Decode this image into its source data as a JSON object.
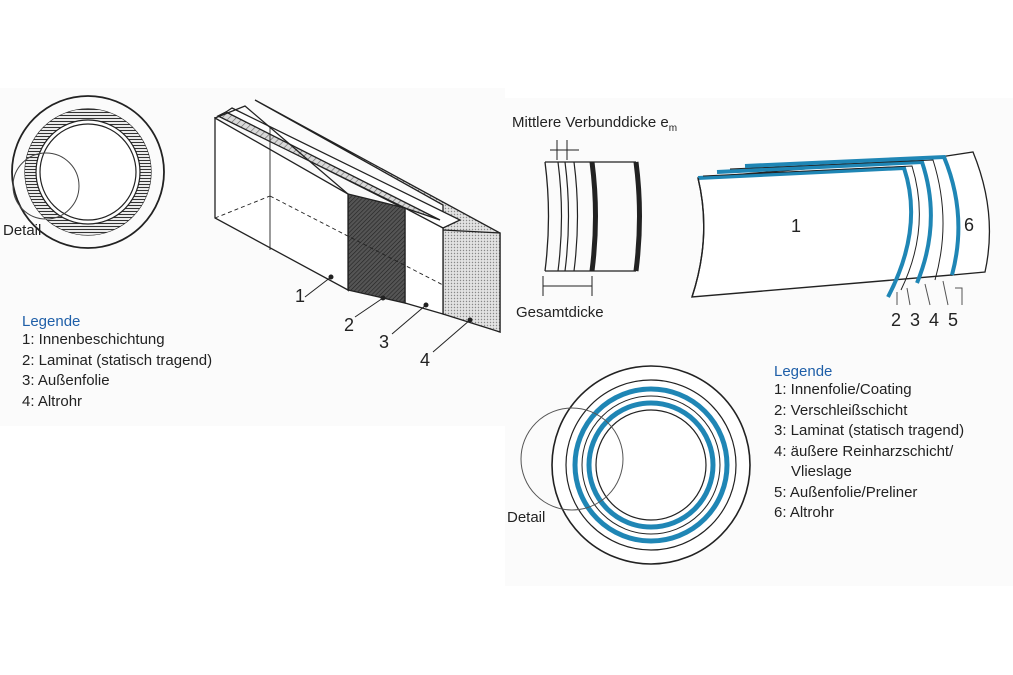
{
  "left": {
    "detail_label": "Detail",
    "callouts": [
      "1",
      "2",
      "3",
      "4"
    ],
    "legend": {
      "title": "Legende",
      "items": [
        "1: Innenbeschichtung",
        "2: Laminat (statisch tragend)",
        "3: Außenfolie",
        "4: Altrohr"
      ]
    }
  },
  "right": {
    "mean_thickness_label": "Mittlere Verbunddicke e",
    "mean_thickness_subscript": "m",
    "total_thickness_label": "Gesamtdicke",
    "detail_label": "Detail",
    "callouts": [
      "1",
      "2",
      "3",
      "4",
      "5",
      "6"
    ],
    "legend": {
      "title": "Legende",
      "items": [
        "1: Innenfolie/Coating",
        "2: Verschleißschicht",
        "3: Laminat (statisch tragend)",
        "4: äußere Reinharzschicht/",
        "Vlieslage",
        "5: Außenfolie/Preliner",
        "6: Altrohr"
      ]
    }
  },
  "colors": {
    "accent_blue": "#1f86b5",
    "legend_title": "#1f5fa8",
    "line": "#2a2a2a"
  }
}
